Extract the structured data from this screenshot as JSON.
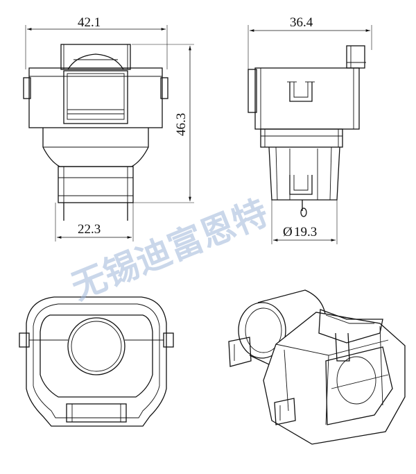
{
  "drawing": {
    "dimensions": {
      "front_width": "42.1",
      "front_height": "46.3",
      "front_base_width": "22.3",
      "side_width": "36.4",
      "side_diameter": "19.3",
      "diameter_symbol": "Ø"
    },
    "watermark": "无锡迪富恩特"
  }
}
